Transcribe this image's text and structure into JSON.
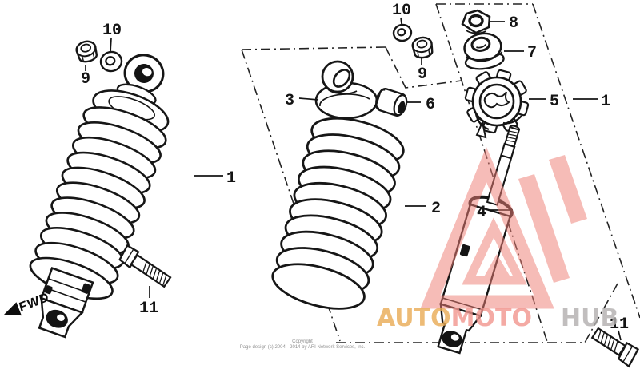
{
  "figure": {
    "background_color": "#ffffff",
    "line_color": "#161616",
    "border_style": "dash-dot"
  },
  "callouts": {
    "left_shock_1": "1",
    "left_washer_10": "10",
    "left_nut_9": "9",
    "left_bolt_11": "11",
    "mid_washer_10": "10",
    "mid_nut_9": "9",
    "mount_3": "3",
    "bushing_6": "6",
    "spring_2": "2",
    "nut_8": "8",
    "stopper_7": "7",
    "guide_5": "5",
    "right_assembly_1": "1",
    "damper_4": "4",
    "right_bolt_11": "11"
  },
  "fwd": {
    "label": "FWD"
  },
  "watermark": {
    "logo_color": "#f2948c",
    "segments": [
      {
        "text": "AUTO",
        "color": "#e9ab55"
      },
      {
        "text": "MOTO",
        "color": "#f2958e"
      },
      {
        "text": "HUB",
        "color": "#b2afae"
      }
    ],
    "copyright": {
      "line1": "Copyright",
      "line2": "Page design (c) 2004 - 2014 by ARI Network Services, Inc."
    }
  }
}
